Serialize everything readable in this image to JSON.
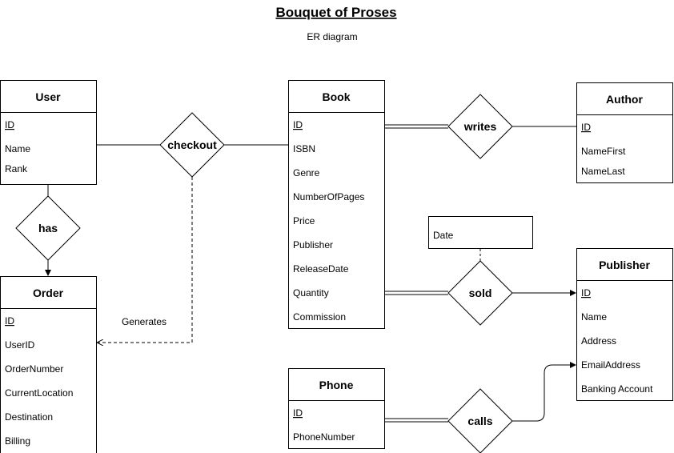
{
  "header": {
    "title": "Bouquet of Proses",
    "subtitle": "ER diagram"
  },
  "entities": {
    "user": {
      "title": "User",
      "attrs": [
        "ID",
        "Name",
        "Rank"
      ]
    },
    "order": {
      "title": "Order",
      "attrs": [
        "ID",
        "UserID",
        "OrderNumber",
        "CurrentLocation",
        "Destination",
        "Billing"
      ]
    },
    "book": {
      "title": "Book",
      "attrs": [
        "ID",
        "ISBN",
        "Genre",
        "NumberOfPages",
        "Price",
        "Publisher",
        "ReleaseDate",
        "Quantity",
        "Commission"
      ]
    },
    "author": {
      "title": "Author",
      "attrs": [
        "ID",
        "NameFirst",
        "NameLast"
      ]
    },
    "publisher": {
      "title": "Publisher",
      "attrs": [
        "ID",
        "Name",
        "Address",
        "EmailAddress",
        "Banking Account"
      ]
    },
    "phone": {
      "title": "Phone",
      "attrs": [
        "ID",
        "PhoneNumber"
      ]
    }
  },
  "relationships": {
    "checkout": "checkout",
    "has": "has",
    "writes": "writes",
    "sold": "sold",
    "calls": "calls"
  },
  "attribute_box": {
    "date": "Date"
  },
  "edge_labels": {
    "generates": "Generates"
  }
}
